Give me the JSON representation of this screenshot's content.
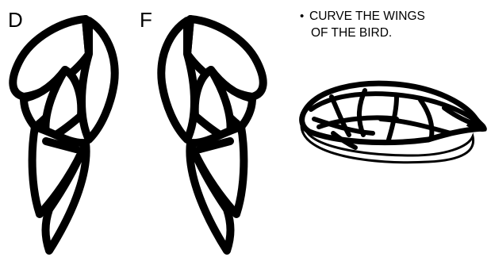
{
  "labels": {
    "wing_d": "D",
    "wing_f": "F"
  },
  "instruction": {
    "bullet": "•",
    "line1": "CURVE THE WINGS",
    "line2": "OF THE BIRD."
  },
  "colors": {
    "ink": "#000000",
    "paper": "#ffffff"
  }
}
